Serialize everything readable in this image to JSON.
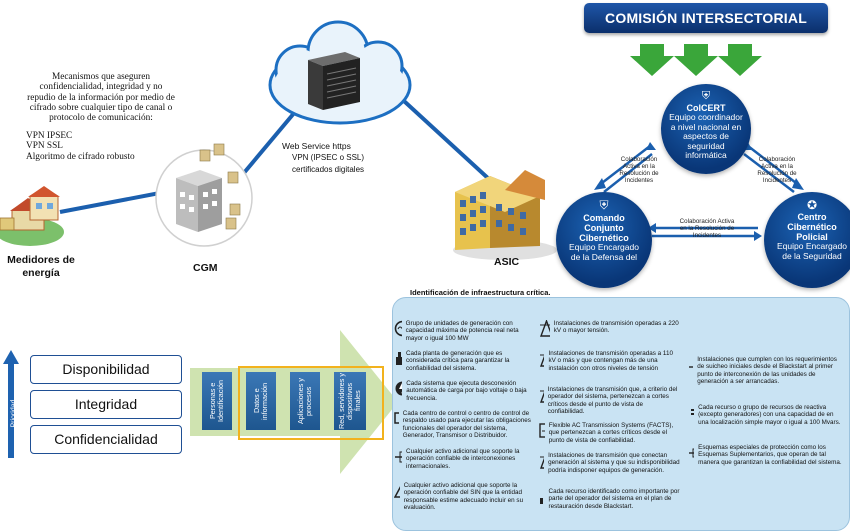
{
  "mechanisms": {
    "text": "Mecanismos que aseguren confidencialidad, integridad y no repudio de la información por medio de cifrado sobre cualquier tipo de canal o protocolo de comunicación:",
    "items": [
      "VPN IPSEC",
      "VPN SSL",
      "Algoritmo de cifrado robusto"
    ]
  },
  "labels": {
    "medidores": "Medidores de energía",
    "cgm": "CGM",
    "asic": "ASIC",
    "webservice": "Web Service https",
    "vpn": "VPN (IPSEC o SSL)",
    "certs": "certificados digitales"
  },
  "commission": {
    "title": "COMISIÓN INTERSECTORIAL",
    "colcert": {
      "title": "ColCERT",
      "desc": "Equipo coordinador a nivel nacional en aspectos de seguridad informática"
    },
    "ccoc": {
      "title": "Comando Conjunto Cibernético",
      "desc": "Equipo Encargado de la Defensa del"
    },
    "ccp": {
      "title": "Centro Cibernético Policial",
      "desc": "Equipo Encargado de la Seguridad"
    },
    "collab": "Colaboración Activa en la Resolución de Incidentes"
  },
  "priority": {
    "axis": "Prioridad",
    "items": [
      "Disponibilidad",
      "Integridad",
      "Confidencialidad"
    ]
  },
  "arrow_boxes": [
    "Personas e Identificación",
    "Datos e información",
    "Aplicaciones y procesos",
    "Red, servidores y dispositivos finales"
  ],
  "infra": {
    "title": "Identificación de infraestructura crítica.",
    "col1": [
      "Grupo de unidades de generación con capacidad máxima de potencia real neta mayor o igual 100 MW",
      "Cada planta de generación que es considerada crítica para garantizar la confiabilidad del sistema.",
      "Cada sistema que ejecuta desconexión automática de carga por bajo voltaje o baja frecuencia.",
      "Cada centro de control o centro de control de respaldo usado para ejecutar las obligaciones funcionales del operador del sistema, Generador, Transmisor o Distribuidor.",
      "Cualquier activo adicional que soporte la operación confiable de interconexiones internacionales.",
      "Cualquier activo adicional que soporte la operación confiable del SIN que la entidad responsable estime adecuado incluir en su evaluación."
    ],
    "col2": [
      "Instalaciones de transmisión operadas a 220 kV o mayor tensión.",
      "Instalaciones de transmisión operadas a 110 kV o más y que contengan más de una instalación con otros niveles de tensión",
      "Instalaciones de transmisión que, a criterio del operador del sistema, pertenezcan a cortes críticos desde el punto de vista de confiabilidad.",
      "Flexible AC Transmission Systems (FACTS), que pertenezcan a cortes críticos desde el punto de vista de confiabilidad.",
      "Instalaciones de transmisión que conectan generación al sistema y que su indisponibilidad podría indisponer equipos de generación.",
      "Cada recurso identificado como importante por parte del operador del sistema en el plan de restauración desde Blackstart."
    ],
    "col3": [
      "Instalaciones que cumplen con los requerimientos de suicheo iniciales desde el Blackstart al primer punto de interconexión de las unidades de generación a ser arrancadas.",
      "Cada recurso o grupo de recursos de reactiva (excepto generadores) con una capacidad de en una localización simple mayor o igual a 100 Mvars.",
      "Esquemas especiales de protección como los Esquemas Suplementarios, que operan de tal manera que garantizan la confiabilidad del sistema."
    ]
  }
}
